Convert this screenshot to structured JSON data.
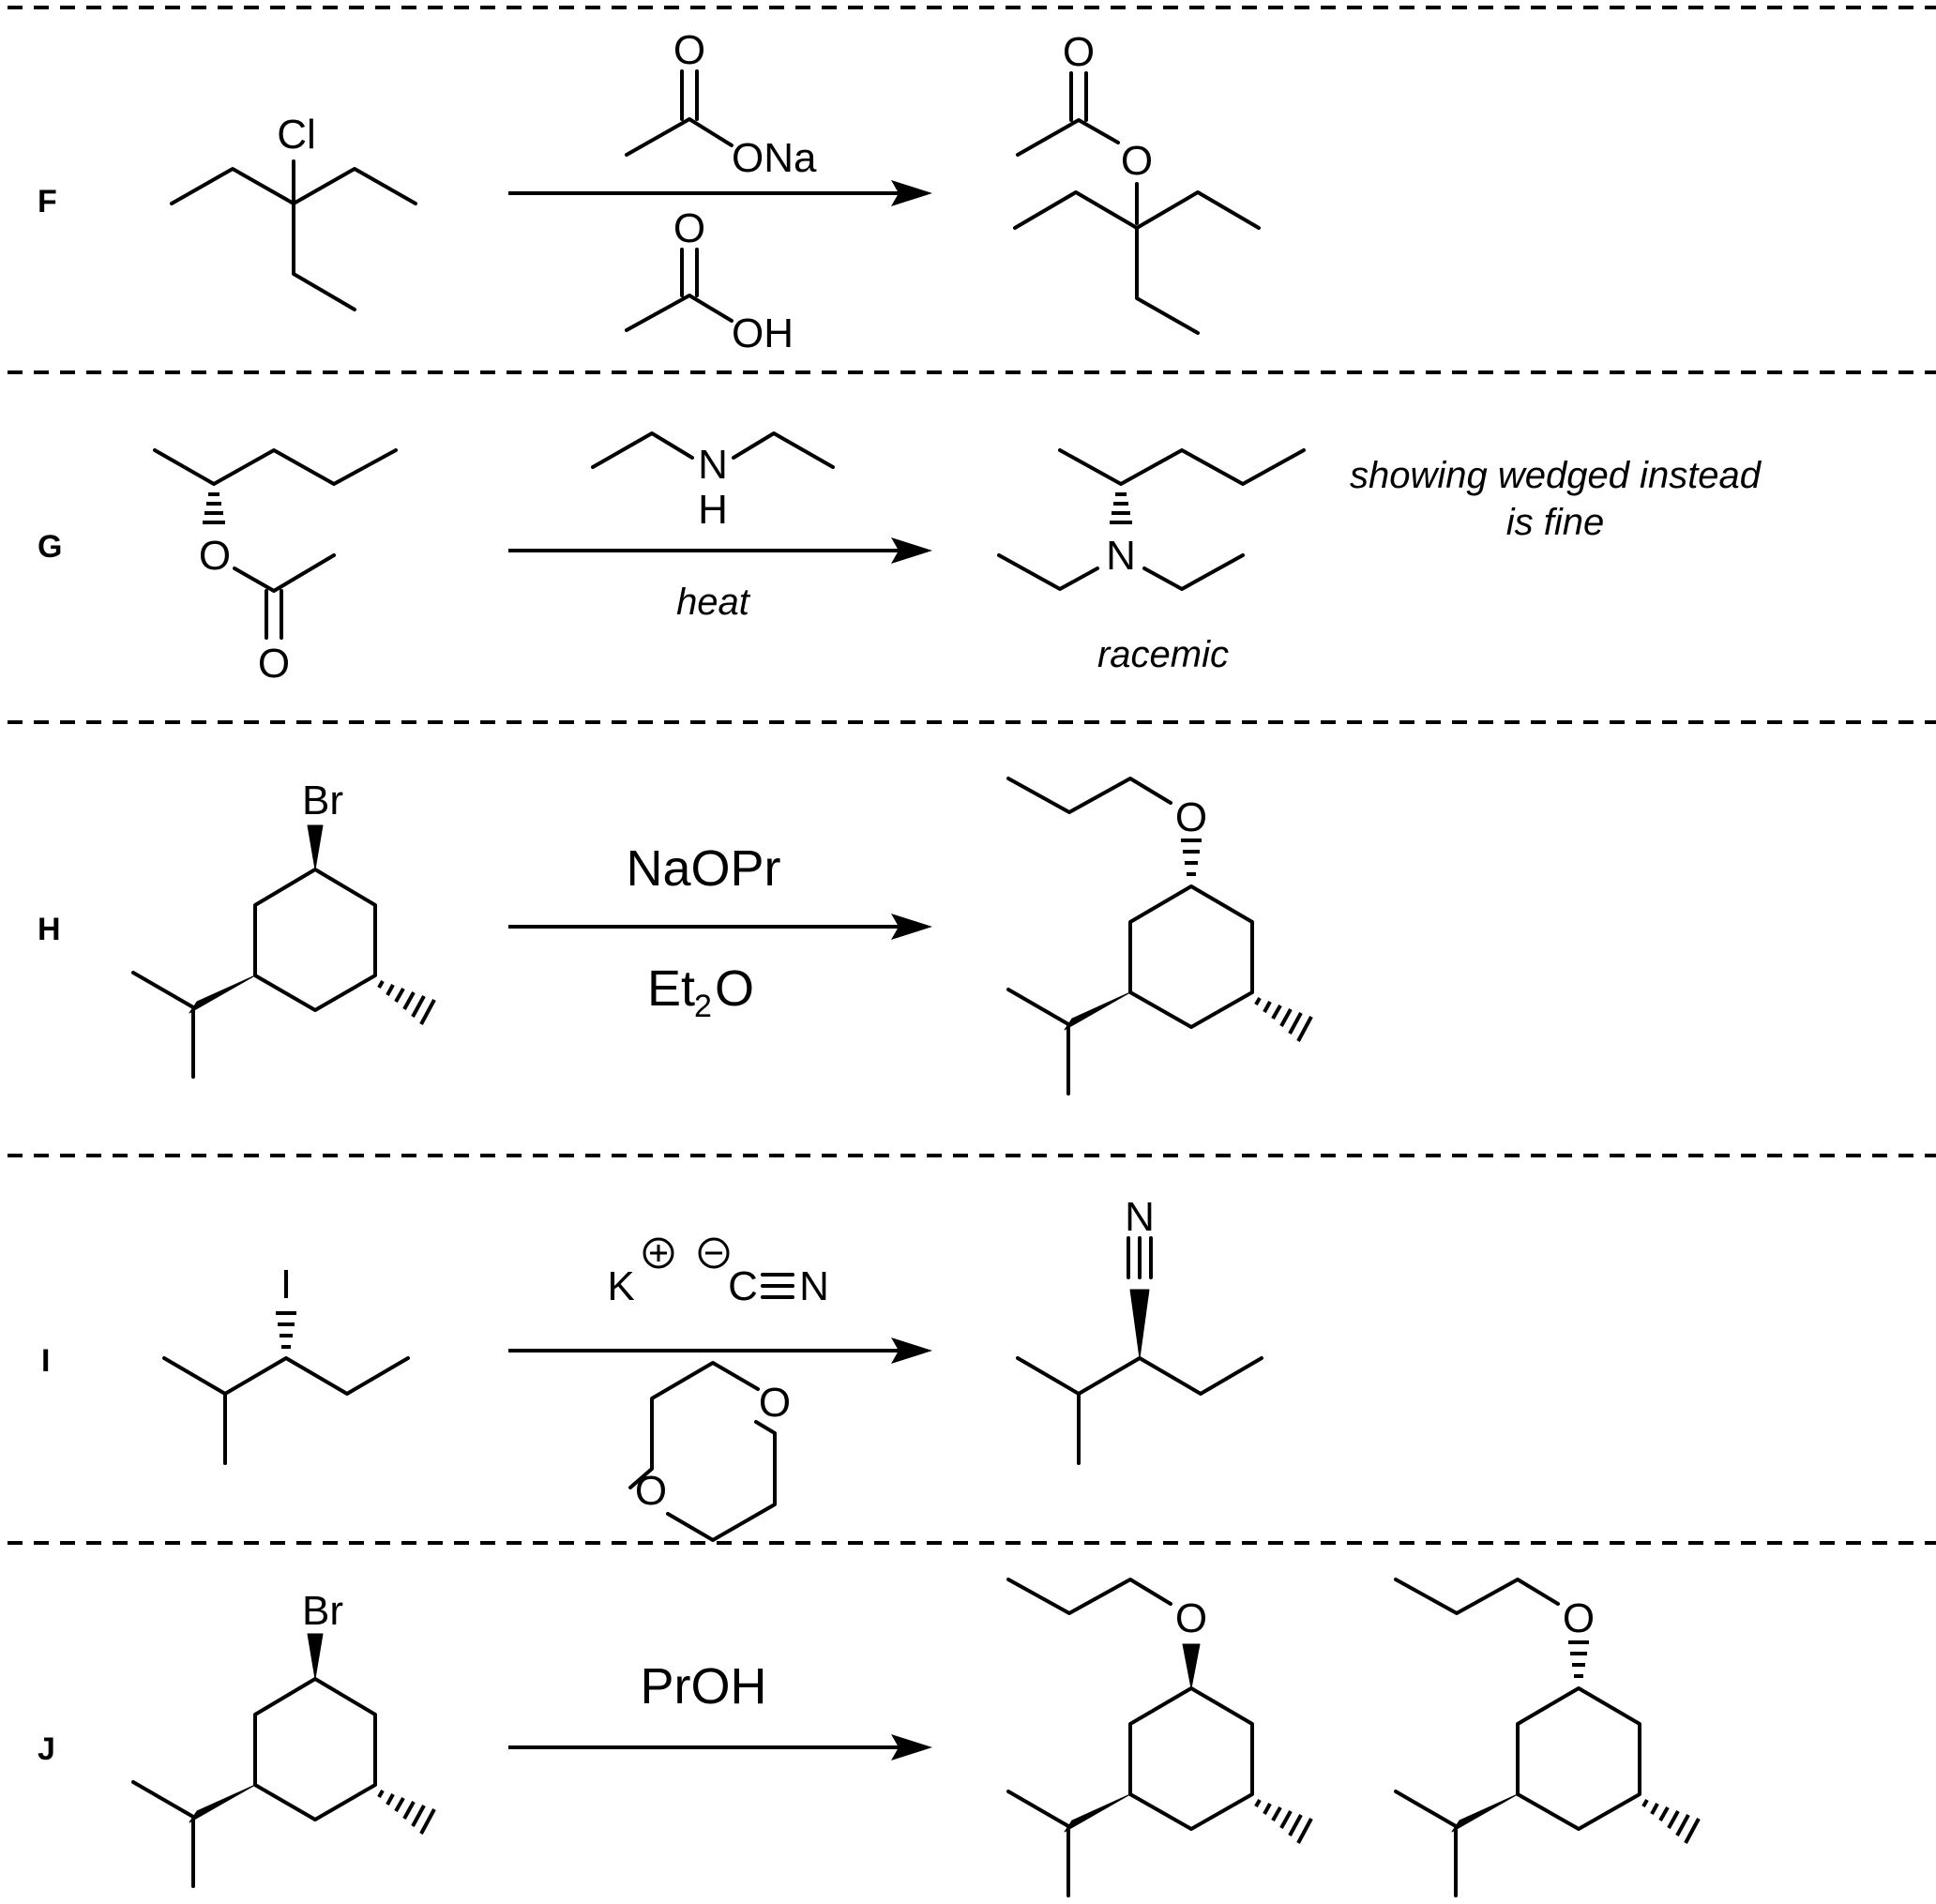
{
  "reactions": [
    {
      "label": "F",
      "reactant": {
        "atoms": [
          "Cl"
        ]
      },
      "reagent_top": {
        "atoms": [
          "O",
          "ONa"
        ]
      },
      "reagent_bottom": {
        "atoms": [
          "O",
          "OH"
        ]
      },
      "product": {
        "atoms": [
          "O",
          "O"
        ]
      }
    },
    {
      "label": "G",
      "reactant": {
        "atoms": [
          "O",
          "O"
        ]
      },
      "reagent_top": {
        "atoms": [
          "N",
          "H"
        ]
      },
      "condition": "heat",
      "product": {
        "atoms": [
          "N"
        ],
        "note": "racemic"
      },
      "side_note": [
        "showing wedged instead",
        "is fine"
      ]
    },
    {
      "label": "H",
      "reactant": {
        "atoms": [
          "Br"
        ]
      },
      "reagent_top": "NaOPr",
      "reagent_bottom": {
        "main": "Et",
        "sub": "2",
        "tail": "O"
      },
      "product": {
        "atoms": [
          "O"
        ]
      }
    },
    {
      "label": "I",
      "reactant": {
        "atoms": [
          "I"
        ]
      },
      "reagent_top": {
        "cation": "K",
        "anion_c": "C",
        "anion_n": "N"
      },
      "reagent_bottom": {
        "atoms": [
          "O",
          "O"
        ]
      },
      "product": {
        "atoms": [
          "N"
        ]
      }
    },
    {
      "label": "J",
      "reactant": {
        "atoms": [
          "Br"
        ]
      },
      "reagent_top": "PrOH",
      "products": [
        {
          "atoms": [
            "O"
          ]
        },
        {
          "atoms": [
            "O"
          ]
        }
      ]
    }
  ]
}
